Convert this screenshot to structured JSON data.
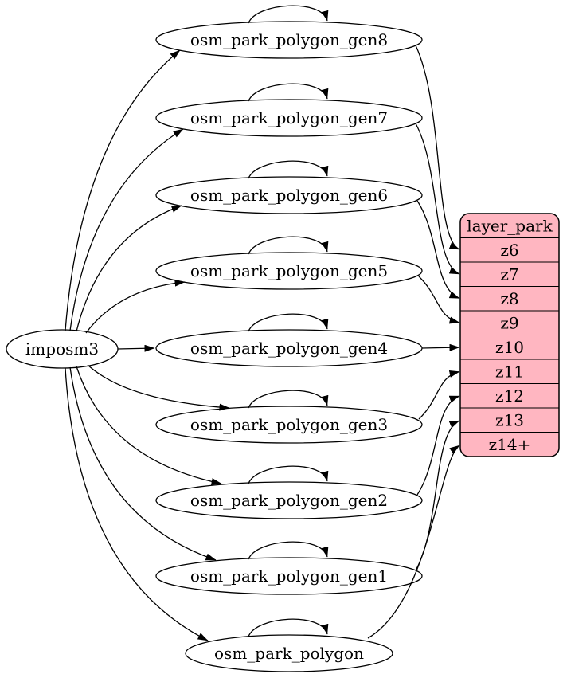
{
  "diagram": {
    "source_node": {
      "label": "imposm3"
    },
    "table_nodes": [
      {
        "label": "osm_park_polygon_gen8",
        "maps_to_row": "z6"
      },
      {
        "label": "osm_park_polygon_gen7",
        "maps_to_row": "z7"
      },
      {
        "label": "osm_park_polygon_gen6",
        "maps_to_row": "z8"
      },
      {
        "label": "osm_park_polygon_gen5",
        "maps_to_row": "z9"
      },
      {
        "label": "osm_park_polygon_gen4",
        "maps_to_row": "z10"
      },
      {
        "label": "osm_park_polygon_gen3",
        "maps_to_row": "z11"
      },
      {
        "label": "osm_park_polygon_gen2",
        "maps_to_row": "z12"
      },
      {
        "label": "osm_park_polygon_gen1",
        "maps_to_row": "z13"
      },
      {
        "label": "osm_park_polygon",
        "maps_to_row": "z14+"
      }
    ],
    "layer_node": {
      "header": "layer_park",
      "rows": [
        "z6",
        "z7",
        "z8",
        "z9",
        "z10",
        "z11",
        "z12",
        "z13",
        "z14+"
      ]
    },
    "edges": {
      "source_to_tables": [
        "osm_park_polygon_gen8",
        "osm_park_polygon_gen7",
        "osm_park_polygon_gen6",
        "osm_park_polygon_gen5",
        "osm_park_polygon_gen4",
        "osm_park_polygon_gen3",
        "osm_park_polygon_gen2",
        "osm_park_polygon_gen1",
        "osm_park_polygon"
      ],
      "self_loops": [
        "osm_park_polygon_gen8",
        "osm_park_polygon_gen7",
        "osm_park_polygon_gen6",
        "osm_park_polygon_gen5",
        "osm_park_polygon_gen4",
        "osm_park_polygon_gen3",
        "osm_park_polygon_gen2",
        "osm_park_polygon_gen1",
        "osm_park_polygon"
      ],
      "tables_to_layer_rows": [
        {
          "from": "osm_park_polygon_gen8",
          "to": "z6"
        },
        {
          "from": "osm_park_polygon_gen7",
          "to": "z7"
        },
        {
          "from": "osm_park_polygon_gen6",
          "to": "z8"
        },
        {
          "from": "osm_park_polygon_gen5",
          "to": "z9"
        },
        {
          "from": "osm_park_polygon_gen4",
          "to": "z10"
        },
        {
          "from": "osm_park_polygon_gen3",
          "to": "z11"
        },
        {
          "from": "osm_park_polygon_gen2",
          "to": "z12"
        },
        {
          "from": "osm_park_polygon_gen1",
          "to": "z13"
        },
        {
          "from": "osm_park_polygon",
          "to": "z14+"
        }
      ]
    },
    "colors": {
      "layer_fill": "#ffb6c1",
      "node_fill": "#ffffff",
      "stroke": "#000000",
      "background": "#ffffff"
    }
  }
}
